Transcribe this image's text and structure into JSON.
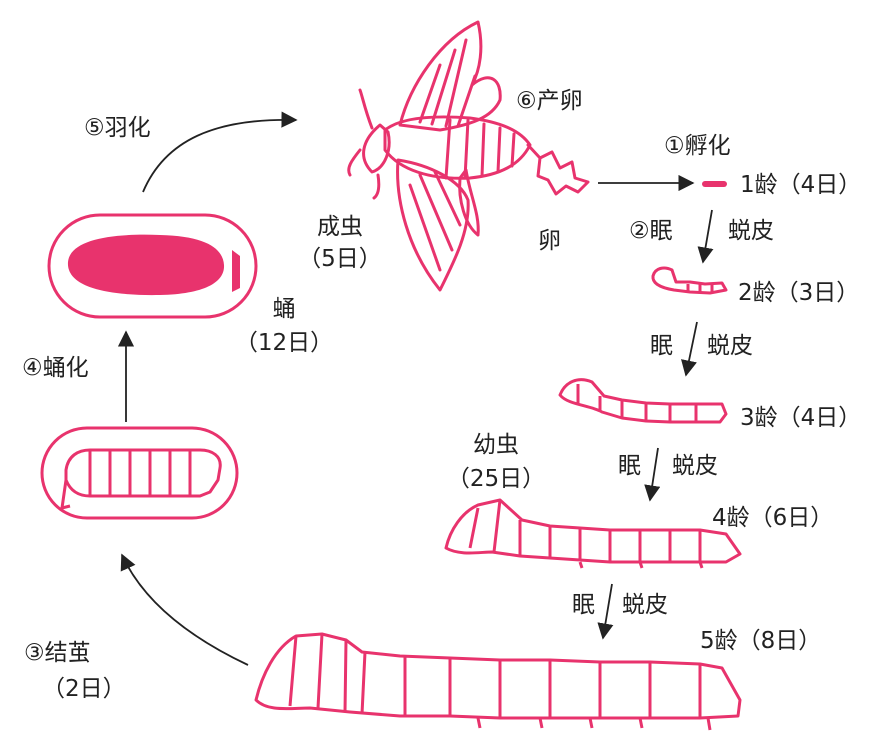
{
  "diagram": {
    "colors": {
      "insect": "#e8336d",
      "ink": "#222222",
      "background": "#ffffff"
    },
    "steps": {
      "hatch": "①孵化",
      "molt_sleep": "②眠",
      "cocoon": "③结茧",
      "cocoon_days": "（2日）",
      "pupate": "④蛹化",
      "eclose": "⑤羽化",
      "lay_eggs": "⑥产卵"
    },
    "stages": {
      "adult": {
        "name": "成虫",
        "days": "（5日）"
      },
      "egg": {
        "name": "卵"
      },
      "pupa": {
        "name": "蛹",
        "days": "（12日）"
      },
      "larva": {
        "name": "幼虫",
        "days": "（25日）"
      }
    },
    "instars": [
      {
        "label": "1龄（4日）"
      },
      {
        "label": "2龄（3日）"
      },
      {
        "label": "3龄（4日）"
      },
      {
        "label": "4龄（6日）"
      },
      {
        "label": "5龄（8日）"
      }
    ],
    "molt": {
      "sleep": "眠",
      "shed": "蜕皮"
    }
  }
}
